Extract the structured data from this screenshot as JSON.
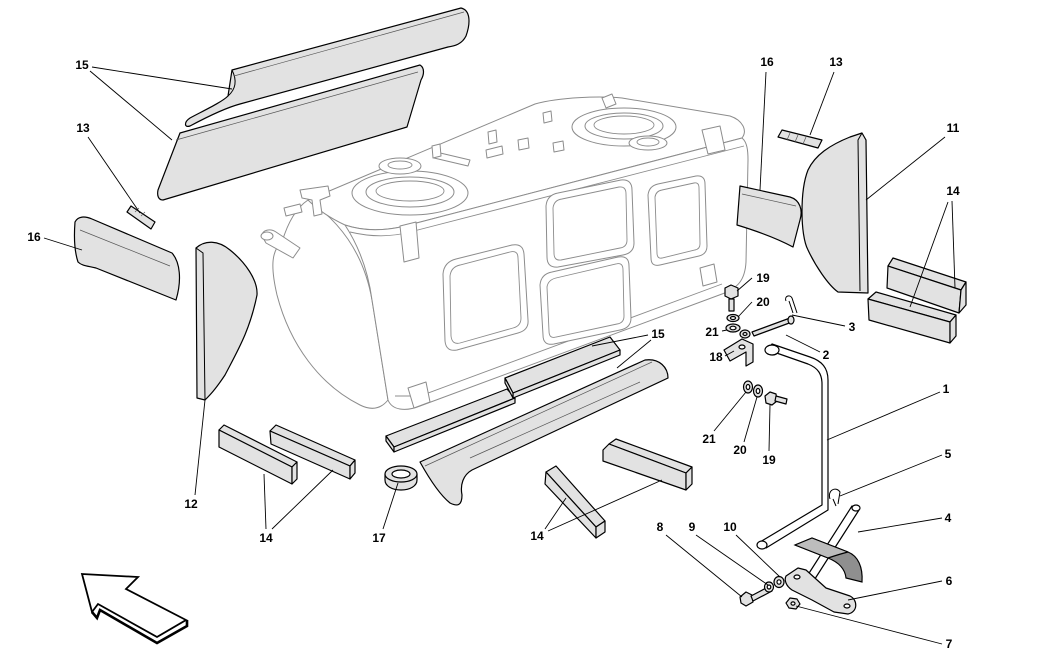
{
  "callouts": [
    "15",
    "13",
    "16",
    "12",
    "14",
    "17",
    "15",
    "14",
    "16",
    "13",
    "11",
    "14",
    "19",
    "20",
    "21",
    "18",
    "3",
    "2",
    "1",
    "21",
    "20",
    "19",
    "5",
    "4",
    "8",
    "9",
    "10",
    "6",
    "7"
  ],
  "palette": {
    "line": "#000000",
    "part_fill": "#e2e2e2",
    "tank_line": "#8c8c8c",
    "pad_fill": "#8f8f8f"
  },
  "icons": {
    "orientation_arrow": "arrow-up-left-icon"
  }
}
